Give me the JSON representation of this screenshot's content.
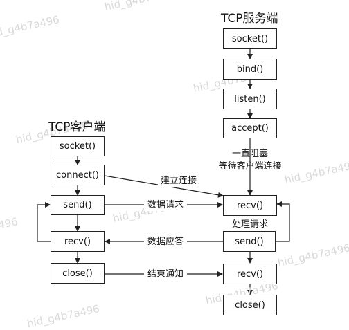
{
  "server": {
    "title": "TCP服务端",
    "steps": [
      "socket()",
      "bind()",
      "listen()",
      "accept()",
      "recv()",
      "send()",
      "recv()",
      "close()"
    ],
    "note_block": "一直阻塞",
    "note_wait": "等待客户端连接",
    "note_process": "处理请求"
  },
  "client": {
    "title": "TCP客户端",
    "steps": [
      "socket()",
      "connect()",
      "send()",
      "recv()",
      "close()"
    ]
  },
  "messages": {
    "establish": "建立连接",
    "request": "数据请求",
    "response": "数据应答",
    "finish": "结束通知"
  },
  "watermark": "hid_g4b7a496"
}
